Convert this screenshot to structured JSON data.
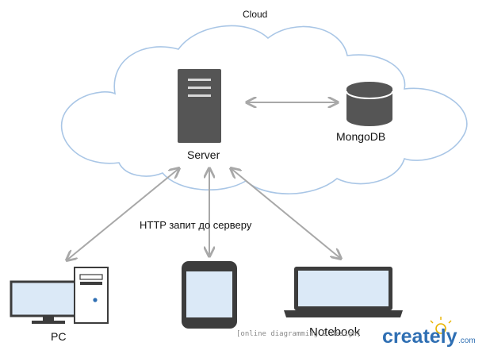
{
  "nodes": {
    "cloud": "Cloud",
    "server": "Server",
    "database": "MongoDB",
    "pc": "PC",
    "notebook": "Notebook"
  },
  "edge_label": "HTTP запит до серверу",
  "watermark": {
    "text": "[online diagramming & design]",
    "brand": "creately",
    "brand_suffix": ".com"
  },
  "colors": {
    "device_fill": "#dbe9f7",
    "device_stroke": "#3c3c3c",
    "server_fill": "#555555",
    "arrow": "#a8a8a8",
    "brand": "#2f6fb3"
  }
}
